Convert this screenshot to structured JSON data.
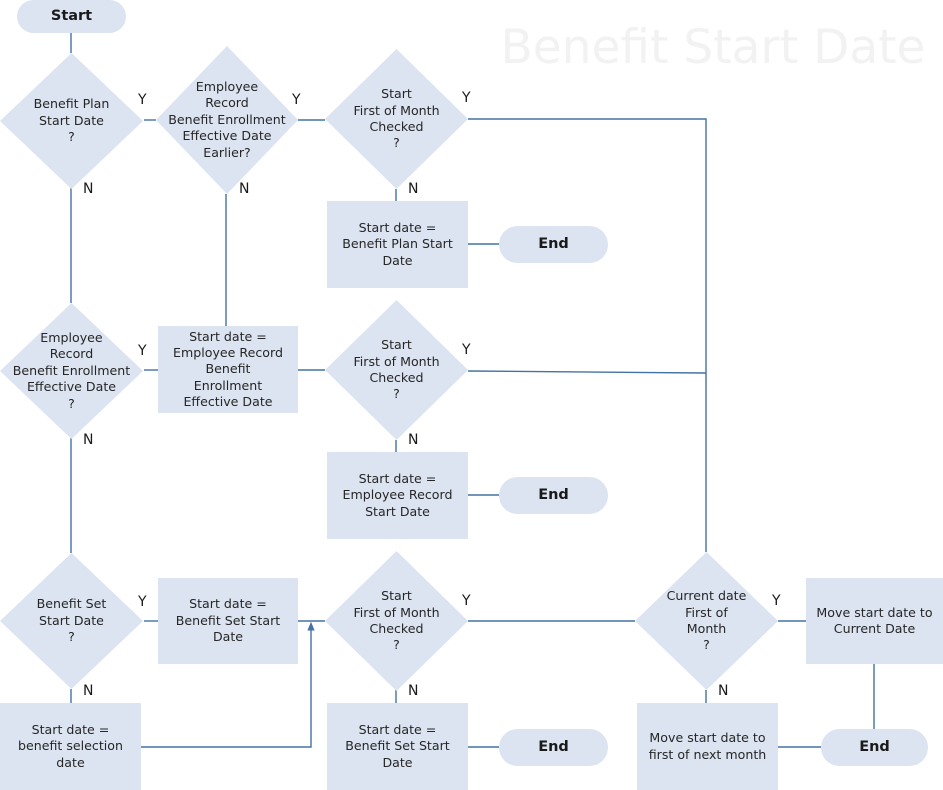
{
  "diagram": {
    "title": "Benefit Start Date",
    "type": "flowchart",
    "colors": {
      "node_fill": "#DCE4F1",
      "connector": "#4472A4",
      "text": "#262626",
      "title_watermark": "#F2F2F2",
      "background": "#FFFFFF"
    },
    "nodes": [
      {
        "id": "start",
        "shape": "pill",
        "label": "Start"
      },
      {
        "id": "d1",
        "shape": "diamond",
        "label": "Benefit Plan\nStart Date\n?"
      },
      {
        "id": "d2",
        "shape": "diamond",
        "label": "Employee\nRecord\nBenefit Enrollment\nEffective Date\nEarlier?"
      },
      {
        "id": "d3",
        "shape": "diamond",
        "label": "Start\nFirst of Month\nChecked\n?"
      },
      {
        "id": "p1",
        "shape": "rect",
        "label": "Start date =\nBenefit Plan Start\nDate"
      },
      {
        "id": "end1",
        "shape": "pill",
        "label": "End"
      },
      {
        "id": "d4",
        "shape": "diamond",
        "label": "Employee\nRecord\nBenefit Enrollment\nEffective Date\n?"
      },
      {
        "id": "p2",
        "shape": "rect",
        "label": "Start date =\nEmployee Record\nBenefit\nEnrollment\nEffective Date"
      },
      {
        "id": "d5",
        "shape": "diamond",
        "label": "Start\nFirst of Month\nChecked\n?"
      },
      {
        "id": "p3",
        "shape": "rect",
        "label": "Start date =\nEmployee Record\nStart Date"
      },
      {
        "id": "end2",
        "shape": "pill",
        "label": "End"
      },
      {
        "id": "d6",
        "shape": "diamond",
        "label": "Benefit Set\nStart Date\n?"
      },
      {
        "id": "p4",
        "shape": "rect",
        "label": "Start date =\nBenefit Set Start\nDate"
      },
      {
        "id": "d7",
        "shape": "diamond",
        "label": "Start\nFirst of Month\nChecked\n?"
      },
      {
        "id": "d8",
        "shape": "diamond",
        "label": "Current date\nFirst of\nMonth\n?"
      },
      {
        "id": "p5",
        "shape": "rect",
        "label": "Move start date to\nCurrent Date"
      },
      {
        "id": "p6",
        "shape": "rect",
        "label": "Start date =\nbenefit selection\ndate"
      },
      {
        "id": "p7",
        "shape": "rect",
        "label": "Start date =\nBenefit Set Start\nDate"
      },
      {
        "id": "end3",
        "shape": "pill",
        "label": "End"
      },
      {
        "id": "p8",
        "shape": "rect",
        "label": "Move start date to\nfirst of next month"
      },
      {
        "id": "end4",
        "shape": "pill",
        "label": "End"
      }
    ],
    "branch_labels": {
      "d1_yes": "Y",
      "d1_no": "N",
      "d2_yes": "Y",
      "d2_no": "N",
      "d3_yes": "Y",
      "d3_no": "N",
      "d4_yes": "Y",
      "d4_no": "N",
      "d5_yes": "Y",
      "d5_no": "N",
      "d6_yes": "Y",
      "d6_no": "N",
      "d7_yes": "Y",
      "d7_no": "N",
      "d8_yes": "Y",
      "d8_no": "N"
    }
  }
}
